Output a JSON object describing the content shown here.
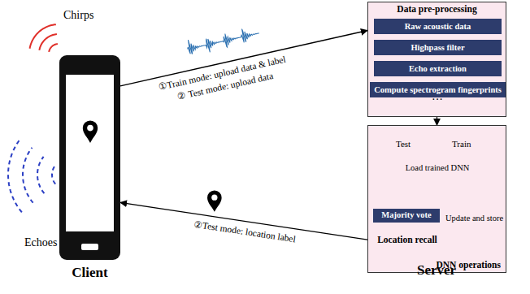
{
  "diagram": {
    "nodes": [
      {
        "text": [
          "Client"
        ]
      },
      {
        "text": [
          "Data pre-processing"
        ]
      },
      {
        "text": [
          "Raw acoustic data"
        ],
        "in": 1
      },
      {
        "text": [
          "Highpass filter"
        ],
        "in": 1
      },
      {
        "text": [
          "Echo extraction"
        ],
        "in": 1
      },
      {
        "text": [
          "Compute spectrogram fingerprints"
        ],
        "in": 1
      },
      {
        "text": [
          "DNN operations"
        ]
      },
      {
        "text": [
          "Majority vote"
        ],
        "in": 6
      },
      {
        "text": [
          "Location recall"
        ],
        "in": 6
      }
    ],
    "edges": [
      {
        "from": 0,
        "to": 1,
        "arrow": "to",
        "label": "①Train mode: upload data & label"
      },
      {
        "from": 2,
        "to": 3,
        "arrow": "to"
      },
      {
        "from": 3,
        "to": 4,
        "arrow": "to"
      },
      {
        "from": 4,
        "to": 5,
        "arrow": "to"
      },
      {
        "from": 1,
        "to": 6,
        "arrow": "to"
      },
      {
        "from": 7,
        "to": 8,
        "arrow": "to"
      },
      {
        "from": 8,
        "to": 0,
        "arrow": "to",
        "label": "②Test mode: location label"
      }
    ],
    "labels": [
      "Chirps",
      "Echoes",
      "② Test mode: upload data",
      "Server",
      "Test",
      "Train",
      "Load trained DNN",
      "Update and store",
      "···"
    ]
  }
}
